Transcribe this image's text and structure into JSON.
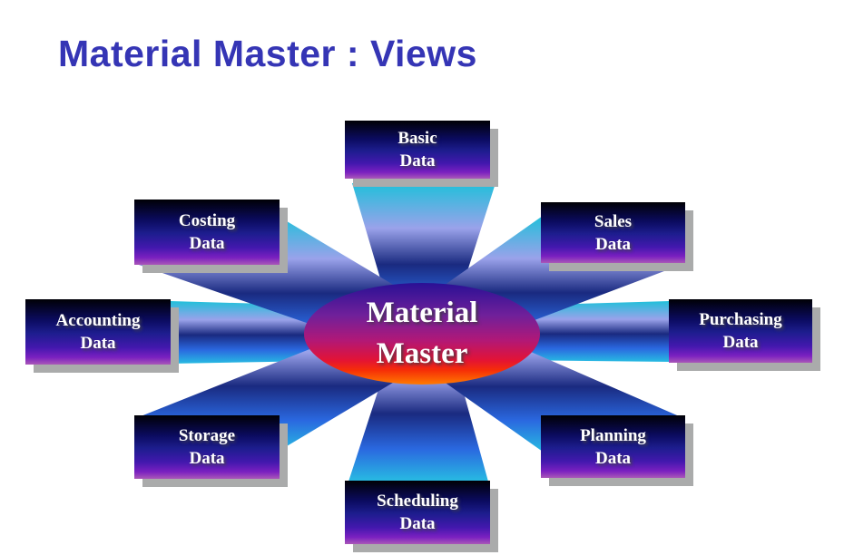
{
  "title": "Material Master : Views",
  "center": {
    "line1": "Material",
    "line2": "Master"
  },
  "nodes": {
    "basic": {
      "line1": "Basic",
      "line2": "Data"
    },
    "costing": {
      "line1": "Costing",
      "line2": "Data"
    },
    "sales": {
      "line1": "Sales",
      "line2": "Data"
    },
    "accounting": {
      "line1": "Accounting",
      "line2": "Data"
    },
    "purchasing": {
      "line1": "Purchasing",
      "line2": "Data"
    },
    "storage": {
      "line1": "Storage",
      "line2": "Data"
    },
    "scheduling": {
      "line1": "Scheduling",
      "line2": "Data"
    },
    "planning": {
      "line1": "Planning",
      "line2": "Data"
    }
  },
  "colors": {
    "background": "#ffffff",
    "title_text": "#3535b5",
    "node_text": "#ffffff",
    "node_gradient": [
      "#000005",
      "#0b0b60",
      "#1d1d8e",
      "#4318ae",
      "#7a20c0",
      "#aa58b8"
    ],
    "node_shadow": "#aaabab",
    "beam_gradient": [
      "#20c0da",
      "#9aa2ea",
      "#1a2a80",
      "#2a68e0",
      "#28bce2"
    ],
    "ellipse_gradient": [
      "#2a1095",
      "#70209a",
      "#b01878",
      "#e31335",
      "#ff7b00"
    ],
    "ellipse_text": "#ffffff"
  }
}
